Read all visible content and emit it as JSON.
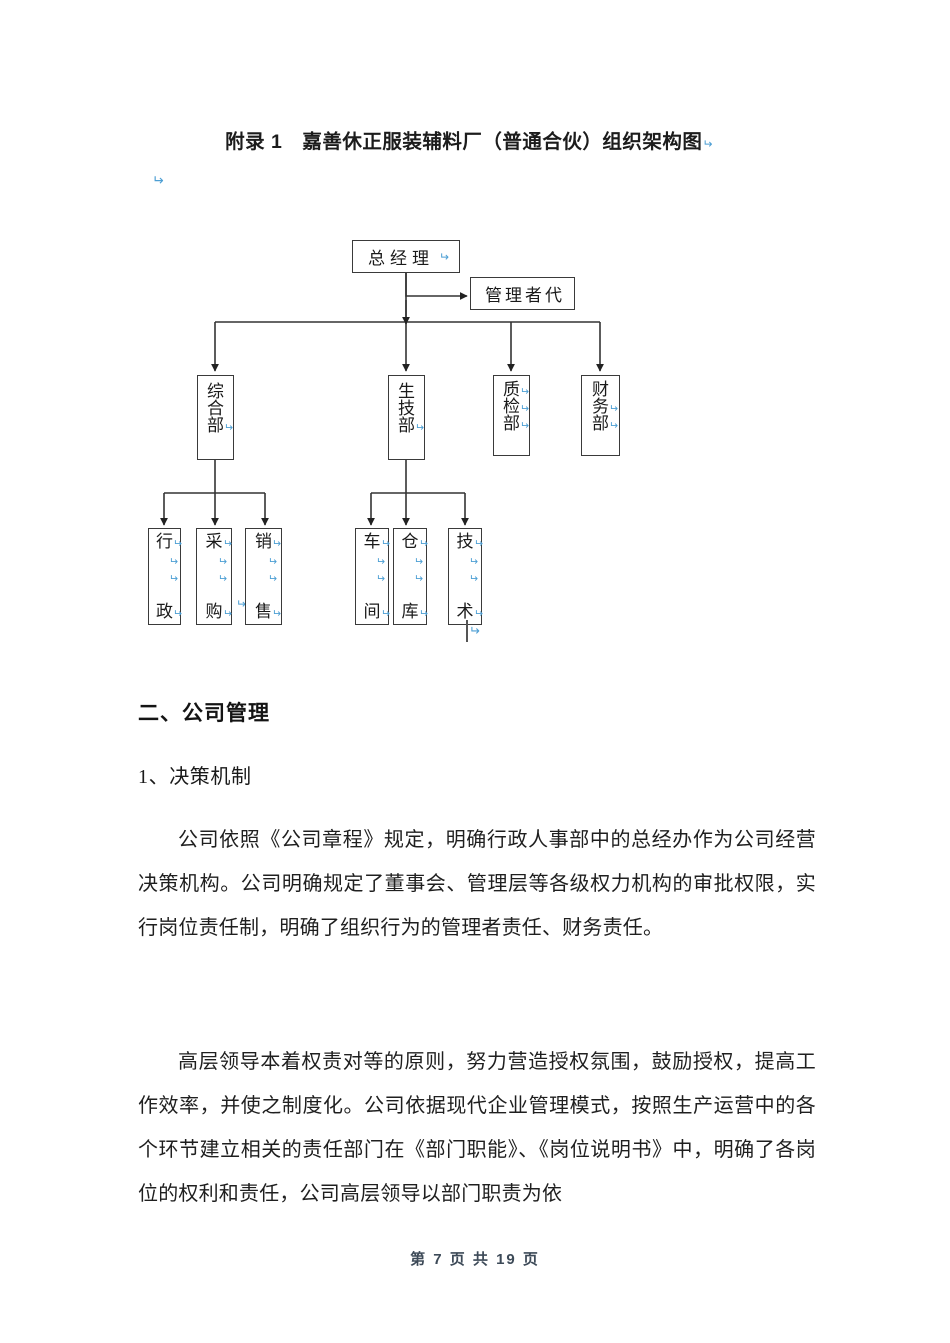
{
  "document": {
    "title": "附录 1　嘉善休正服装辅料厂（普通合伙）组织架构图",
    "title_pilcrow": "↵",
    "stray_pilcrow": "↵",
    "footer": "第 7 页 共 19 页"
  },
  "org_chart": {
    "type": "diagram",
    "nodes": [
      {
        "id": "gm",
        "label": "总经理",
        "orientation": "horizontal",
        "pilcrow": true,
        "level": 0
      },
      {
        "id": "mgmt-rep",
        "label": "管理者代",
        "orientation": "horizontal",
        "pilcrow": false,
        "level": 0
      },
      {
        "id": "general",
        "label": "综合部",
        "orientation": "vertical",
        "chars": [
          "综",
          "合",
          "部"
        ],
        "pilcrow_on": [
          2
        ],
        "level": 1
      },
      {
        "id": "prod-tech",
        "label": "生技部",
        "orientation": "vertical",
        "chars": [
          "生",
          "技",
          "部"
        ],
        "pilcrow_on": [
          2
        ],
        "level": 1
      },
      {
        "id": "qc",
        "label": "质检部",
        "orientation": "vertical",
        "chars": [
          "质",
          "检",
          "部"
        ],
        "pilcrow_on": [
          0,
          1,
          2
        ],
        "level": 1
      },
      {
        "id": "finance",
        "label": "财务部",
        "orientation": "vertical",
        "chars": [
          "财",
          "务",
          "部"
        ],
        "pilcrow_on": [
          1,
          2
        ],
        "level": 1
      },
      {
        "id": "admin",
        "label": "行政",
        "orientation": "vertical",
        "chars": [
          "行",
          "",
          "",
          "政"
        ],
        "pilcrow_on": [
          0,
          1,
          2,
          3
        ],
        "level": 2
      },
      {
        "id": "purchase",
        "label": "采购",
        "orientation": "vertical",
        "chars": [
          "采",
          "",
          "",
          "购"
        ],
        "pilcrow_on": [
          0,
          1,
          2,
          3
        ],
        "level": 2
      },
      {
        "id": "sales",
        "label": "销售",
        "orientation": "vertical",
        "chars": [
          "销",
          "",
          "",
          "售"
        ],
        "pilcrow_on": [
          0,
          1,
          2,
          3
        ],
        "level": 2
      },
      {
        "id": "workshop",
        "label": "车间",
        "orientation": "vertical",
        "chars": [
          "车",
          "",
          "",
          "间"
        ],
        "pilcrow_on": [
          0,
          1,
          2,
          3
        ],
        "level": 2
      },
      {
        "id": "warehouse",
        "label": "仓库",
        "orientation": "vertical",
        "chars": [
          "仓",
          "",
          "",
          "库"
        ],
        "pilcrow_on": [
          0,
          1,
          2,
          3
        ],
        "level": 2
      },
      {
        "id": "tech",
        "label": "技术",
        "orientation": "vertical",
        "chars": [
          "技",
          "",
          "",
          "术"
        ],
        "pilcrow_on": [
          0,
          1,
          2,
          3
        ],
        "level": 2
      }
    ],
    "edges": [
      {
        "from": "gm",
        "to": "mgmt-rep"
      },
      {
        "from": "gm",
        "to": "general"
      },
      {
        "from": "gm",
        "to": "prod-tech"
      },
      {
        "from": "gm",
        "to": "qc"
      },
      {
        "from": "gm",
        "to": "finance"
      },
      {
        "from": "general",
        "to": "admin"
      },
      {
        "from": "general",
        "to": "purchase"
      },
      {
        "from": "general",
        "to": "sales"
      },
      {
        "from": "prod-tech",
        "to": "workshop"
      },
      {
        "from": "prod-tech",
        "to": "warehouse"
      },
      {
        "from": "prod-tech",
        "to": "tech"
      }
    ],
    "line_color": "#333333",
    "pilcrow_color": "#4d9fd4"
  },
  "section": {
    "heading": "二、公司管理",
    "subheading": "1、决策机制",
    "paragraphs": [
      "公司依照《公司章程》规定，明确行政人事部中的总经办作为公司经营决策机构。公司明确规定了董事会、管理层等各级权力机构的审批权限，实行岗位责任制，明确了组织行为的管理者责任、财务责任。",
      "高层领导本着权责对等的原则，努力营造授权氛围，鼓励授权，提高工作效率，并使之制度化。公司依据现代企业管理模式，按照生产运营中的各个环节建立相关的责任部门在《部门职能》、《岗位说明书》中，明确了各岗位的权利和责任，公司高层领导以部门职责为依"
    ]
  }
}
